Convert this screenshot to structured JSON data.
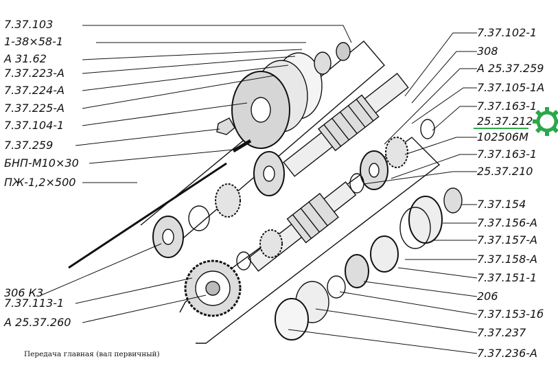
{
  "caption": "Передача главная (вал первичный)",
  "highlight": {
    "label": "25.37.212",
    "color": "#2aa84a",
    "icon": "gear-icon"
  },
  "labels_left": [
    "7.37.103",
    "1-38×58-1",
    "A 31.62",
    "7.37.223-A",
    "7.37.224-A",
    "7.37.225-A",
    "7.37.104-1",
    "7.37.259",
    "БНП-М10×30",
    "ПЖ-1,2×500",
    "306 К3",
    "7.37.113-1",
    "A 25.37.260"
  ],
  "labels_right": [
    "7.37.102-1",
    "308",
    "A 25.37.259",
    "7.37.105-1A",
    "7.37.163-1",
    "25.37.212",
    "102506М",
    "7.37.163-1",
    "25.37.210",
    "7.37.154",
    "7.37.156-A",
    "7.37.157-A",
    "7.37.158-A",
    "7.37.151-1",
    "206",
    "7.37.153-1б",
    "7.37.237",
    "7.37.236-A"
  ]
}
